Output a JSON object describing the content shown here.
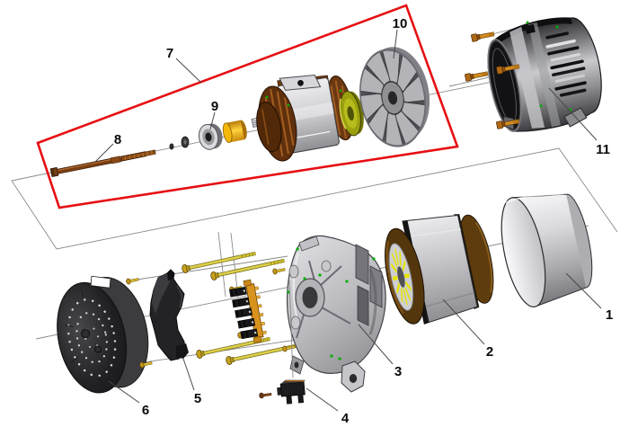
{
  "diagram": {
    "kind": "exploded-parts-diagram",
    "subject": "alternator",
    "background_color": "#ffffff",
    "highlight_box_color": "#e60f13",
    "callouts": [
      {
        "label": "1",
        "part": "outer-sleeve-cover"
      },
      {
        "label": "2",
        "part": "stator-winding"
      },
      {
        "label": "3",
        "part": "drive-end-housing"
      },
      {
        "label": "4",
        "part": "brush-holder"
      },
      {
        "label": "5",
        "part": "mounting-bracket"
      },
      {
        "label": "6",
        "part": "rear-vented-cover"
      },
      {
        "label": "7",
        "part": "rotor-assembly-group"
      },
      {
        "label": "8",
        "part": "rotor-shaft"
      },
      {
        "label": "9",
        "part": "bearing"
      },
      {
        "label": "10",
        "part": "cooling-fan"
      },
      {
        "label": "11",
        "part": "rear-housing-cover"
      }
    ],
    "colors": {
      "copper": "#6e3a10",
      "brass_bolt": "#d18a1f",
      "yellow_bolt": "#dccf49",
      "metal_light": "#d6d6da",
      "metal_dark": "#2c2c2e",
      "flange_olive": "#9aa00e",
      "marker_green": "#00ae00",
      "leader_line": "#4a4a4a"
    }
  }
}
